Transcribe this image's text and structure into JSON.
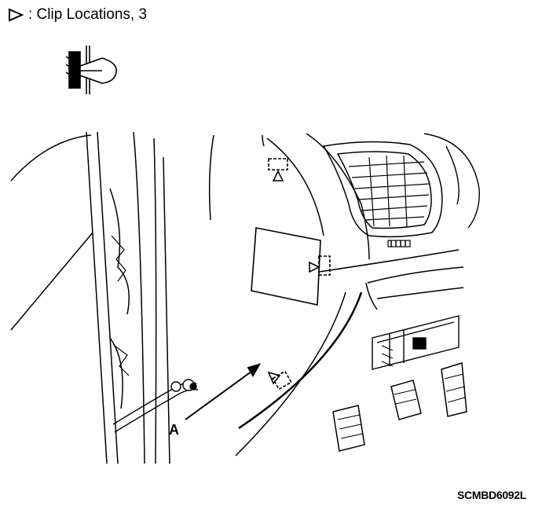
{
  "legend": {
    "symbol_icon": "clip-arrow-triangle",
    "text": ": Clip Locations, 3"
  },
  "clip_icon": "clip-cross-section-icon",
  "callout_label": "A",
  "figure_code": "SCMBD6092L",
  "colors": {
    "line": "#000000",
    "background": "#ffffff"
  }
}
